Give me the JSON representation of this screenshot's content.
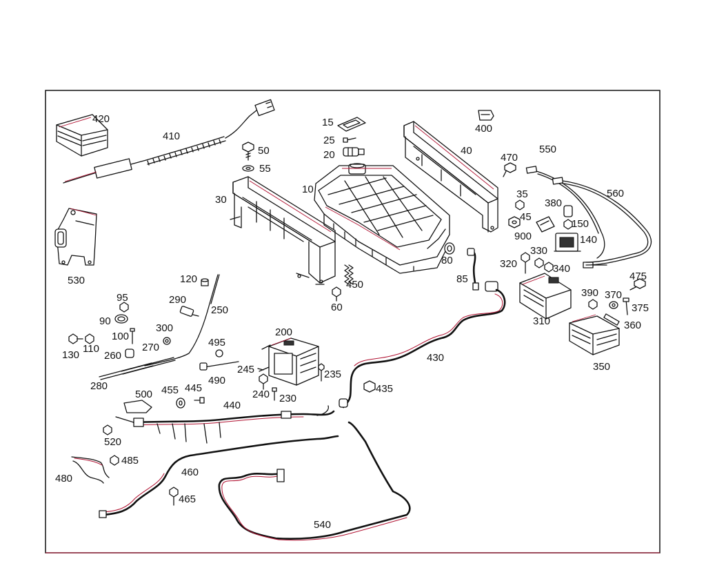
{
  "diagram": {
    "labels": {
      "p10": "10",
      "p15": "15",
      "p20": "20",
      "p25": "25",
      "p30": "30",
      "p35": "35",
      "p40": "40",
      "p45": "45",
      "p50": "50",
      "p55": "55",
      "p60": "60",
      "p80": "80",
      "p85": "85",
      "p90": "90",
      "p95": "95",
      "p100": "100",
      "p110": "110",
      "p120": "120",
      "p130": "130",
      "p140": "140",
      "p150": "150",
      "p200": "200",
      "p230": "230",
      "p235": "235",
      "p240": "240",
      "p245": "245",
      "p250": "250",
      "p260": "260",
      "p270": "270",
      "p280": "280",
      "p290": "290",
      "p300": "300",
      "p310": "310",
      "p320": "320",
      "p330": "330",
      "p340": "340",
      "p350": "350",
      "p360": "360",
      "p370": "370",
      "p375": "375",
      "p380": "380",
      "p390": "390",
      "p400": "400",
      "p410": "410",
      "p420": "420",
      "p430": "430",
      "p435": "435",
      "p440": "440",
      "p445": "445",
      "p450": "450",
      "p455": "455",
      "p460": "460",
      "p465": "465",
      "p470": "470",
      "p475": "475",
      "p480": "480",
      "p485": "485",
      "p490": "490",
      "p495": "495",
      "p500": "500",
      "p520": "520",
      "p530": "530",
      "p540": "540",
      "p550": "550",
      "p560": "560",
      "p900": "900"
    }
  }
}
